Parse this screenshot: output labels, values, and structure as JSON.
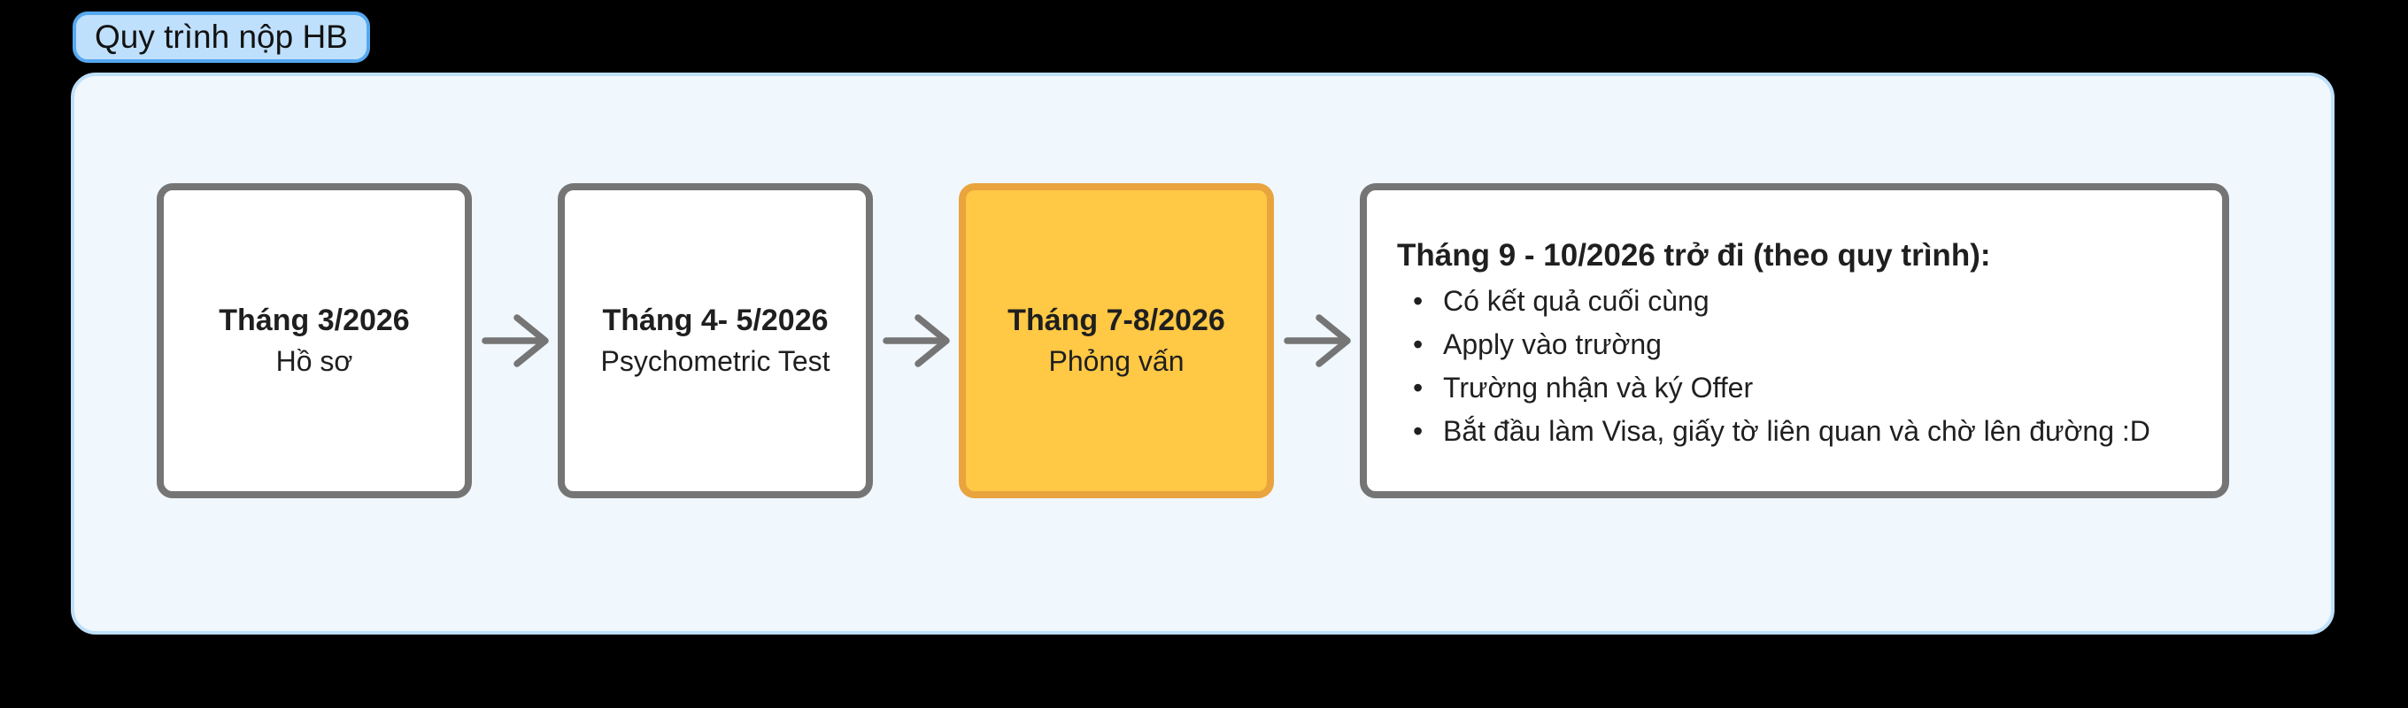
{
  "canvas": {
    "label": "Quy trình nộp HB"
  },
  "colors": {
    "canvas_bg": "#000000",
    "frame_bg": "#F0F7FD",
    "frame_border": "#BEE0FA",
    "label_bg": "#BFE0FC",
    "label_border": "#56A8F0",
    "step_bg": "#FFFFFF",
    "step_border": "#757575",
    "highlight_bg": "#FFC845",
    "highlight_border": "#E9A43D",
    "arrow": "#757575",
    "text": "#1F1F1F"
  },
  "flow": {
    "steps": [
      {
        "line1": "Tháng 3/2026",
        "line2": "Hồ sơ"
      },
      {
        "line1": "Tháng 4- 5/2026",
        "line2": "Psychometric Test"
      },
      {
        "line1": "Tháng 7-8/2026",
        "line2": "Phỏng vấn"
      }
    ],
    "result": {
      "title": "Tháng 9 - 10/2026 trở đi (theo quy trình):",
      "bullets": [
        "Có kết quả cuối cùng",
        "Apply vào trường",
        "Trường nhận và ký Offer",
        "Bắt đầu làm Visa, giấy tờ liên quan và chờ lên đường :D"
      ]
    }
  }
}
